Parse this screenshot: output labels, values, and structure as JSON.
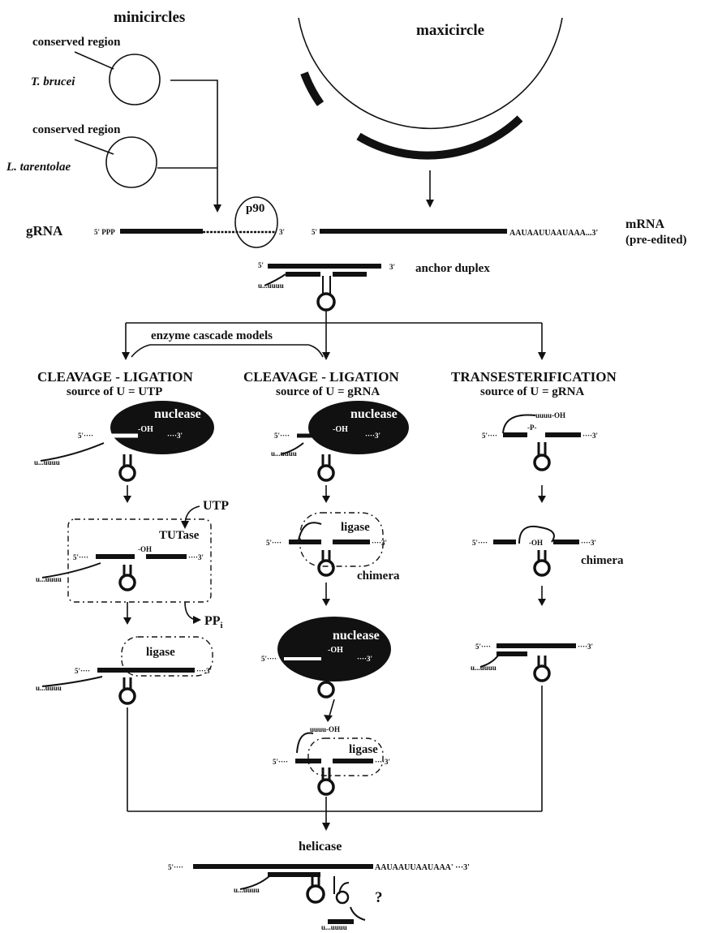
{
  "labels": {
    "minicircles": "minicircles",
    "conserved_region_1": "conserved region",
    "t_brucei": "T. brucei",
    "conserved_region_2": "conserved region",
    "l_tarentolae": "L. tarentolae",
    "maxicircle": "maxicircle",
    "p90": "p90",
    "grna": "gRNA",
    "grna_5": "5' PPP",
    "grna_3": "3'",
    "mrna_5": "5'",
    "mrna_tail": "AAUAAUUAAUAAA...3'",
    "mrna": "mRNA",
    "pre_edited": "(pre-edited)",
    "anchor_duplex": "anchor duplex",
    "anchor_5": "5'",
    "anchor_3": "3'",
    "anchor_u": "u...uuuu",
    "enzyme_cascade": "enzyme cascade models"
  },
  "columns": [
    {
      "title": "CLEAVAGE - LIGATION",
      "subtitle": "source of U = UTP"
    },
    {
      "title": "CLEAVAGE - LIGATION",
      "subtitle": "source of U = gRNA"
    },
    {
      "title": "TRANSESTERIFICATION",
      "subtitle": "source of U = gRNA"
    }
  ],
  "steps": {
    "nuclease": "nuclease",
    "oh": "-OH",
    "utp": "UTP",
    "tutase": "TUTase",
    "ppi": "PP",
    "ppi_sub": "i",
    "ligase": "ligase",
    "chimera": "chimera",
    "helicase": "helicase",
    "final_tail": "AAUAAUUAAUAAA' ···3'",
    "question": "?",
    "five_prime": "5'····",
    "three_prime": "····3'",
    "u_tail": "u...uuuu",
    "p": "-P-",
    "uuu_oh": "uuuu-OH"
  }
}
